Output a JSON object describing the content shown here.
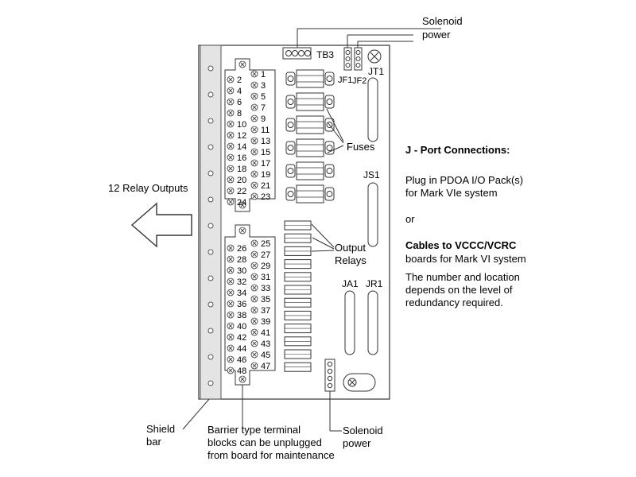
{
  "labels": {
    "solenoid_power_top_1": "Solenoid",
    "solenoid_power_top_2": "power",
    "relay_outputs": "12 Relay Outputs",
    "shield_bar_1": "Shield",
    "shield_bar_2": "bar",
    "barrier_1": "Barrier type terminal",
    "barrier_2": "blocks can be unplugged",
    "barrier_3": "from board for maintenance",
    "solenoid_power_bottom_1": "Solenoid",
    "solenoid_power_bottom_2": "power",
    "fuses": "Fuses",
    "output_relays_1": "Output",
    "output_relays_2": "Relays"
  },
  "board_labels": {
    "tb3": "TB3",
    "jf1": "JF1",
    "jf2": "JF2",
    "jt1": "JT1",
    "js1": "JS1",
    "ja1": "JA1",
    "jr1": "JR1"
  },
  "notes": {
    "heading": "J - Port Connections:",
    "line1": "Plug in PDOA I/O Pack(s)",
    "line2": "for  Mark VIe system",
    "or": "or",
    "cables_heading": "Cables to VCCC/VCRC",
    "line3": "boards for Mark VI system",
    "line4": "The number and location",
    "line5": "depends on the level of",
    "line6": "redundancy required."
  },
  "terminal_block_upper": {
    "left": [
      "2",
      "4",
      "6",
      "8",
      "10",
      "12",
      "14",
      "16",
      "18",
      "20",
      "22",
      "24"
    ],
    "right": [
      "1",
      "3",
      "5",
      "7",
      "9",
      "11",
      "13",
      "15",
      "17",
      "19",
      "21",
      "23"
    ]
  },
  "terminal_block_lower": {
    "left": [
      "26",
      "28",
      "30",
      "32",
      "34",
      "36",
      "38",
      "40",
      "42",
      "44",
      "46",
      "48"
    ],
    "right": [
      "25",
      "27",
      "29",
      "31",
      "33",
      "35",
      "37",
      "39",
      "41",
      "43",
      "45",
      "47"
    ]
  },
  "screw_symbol": "x"
}
